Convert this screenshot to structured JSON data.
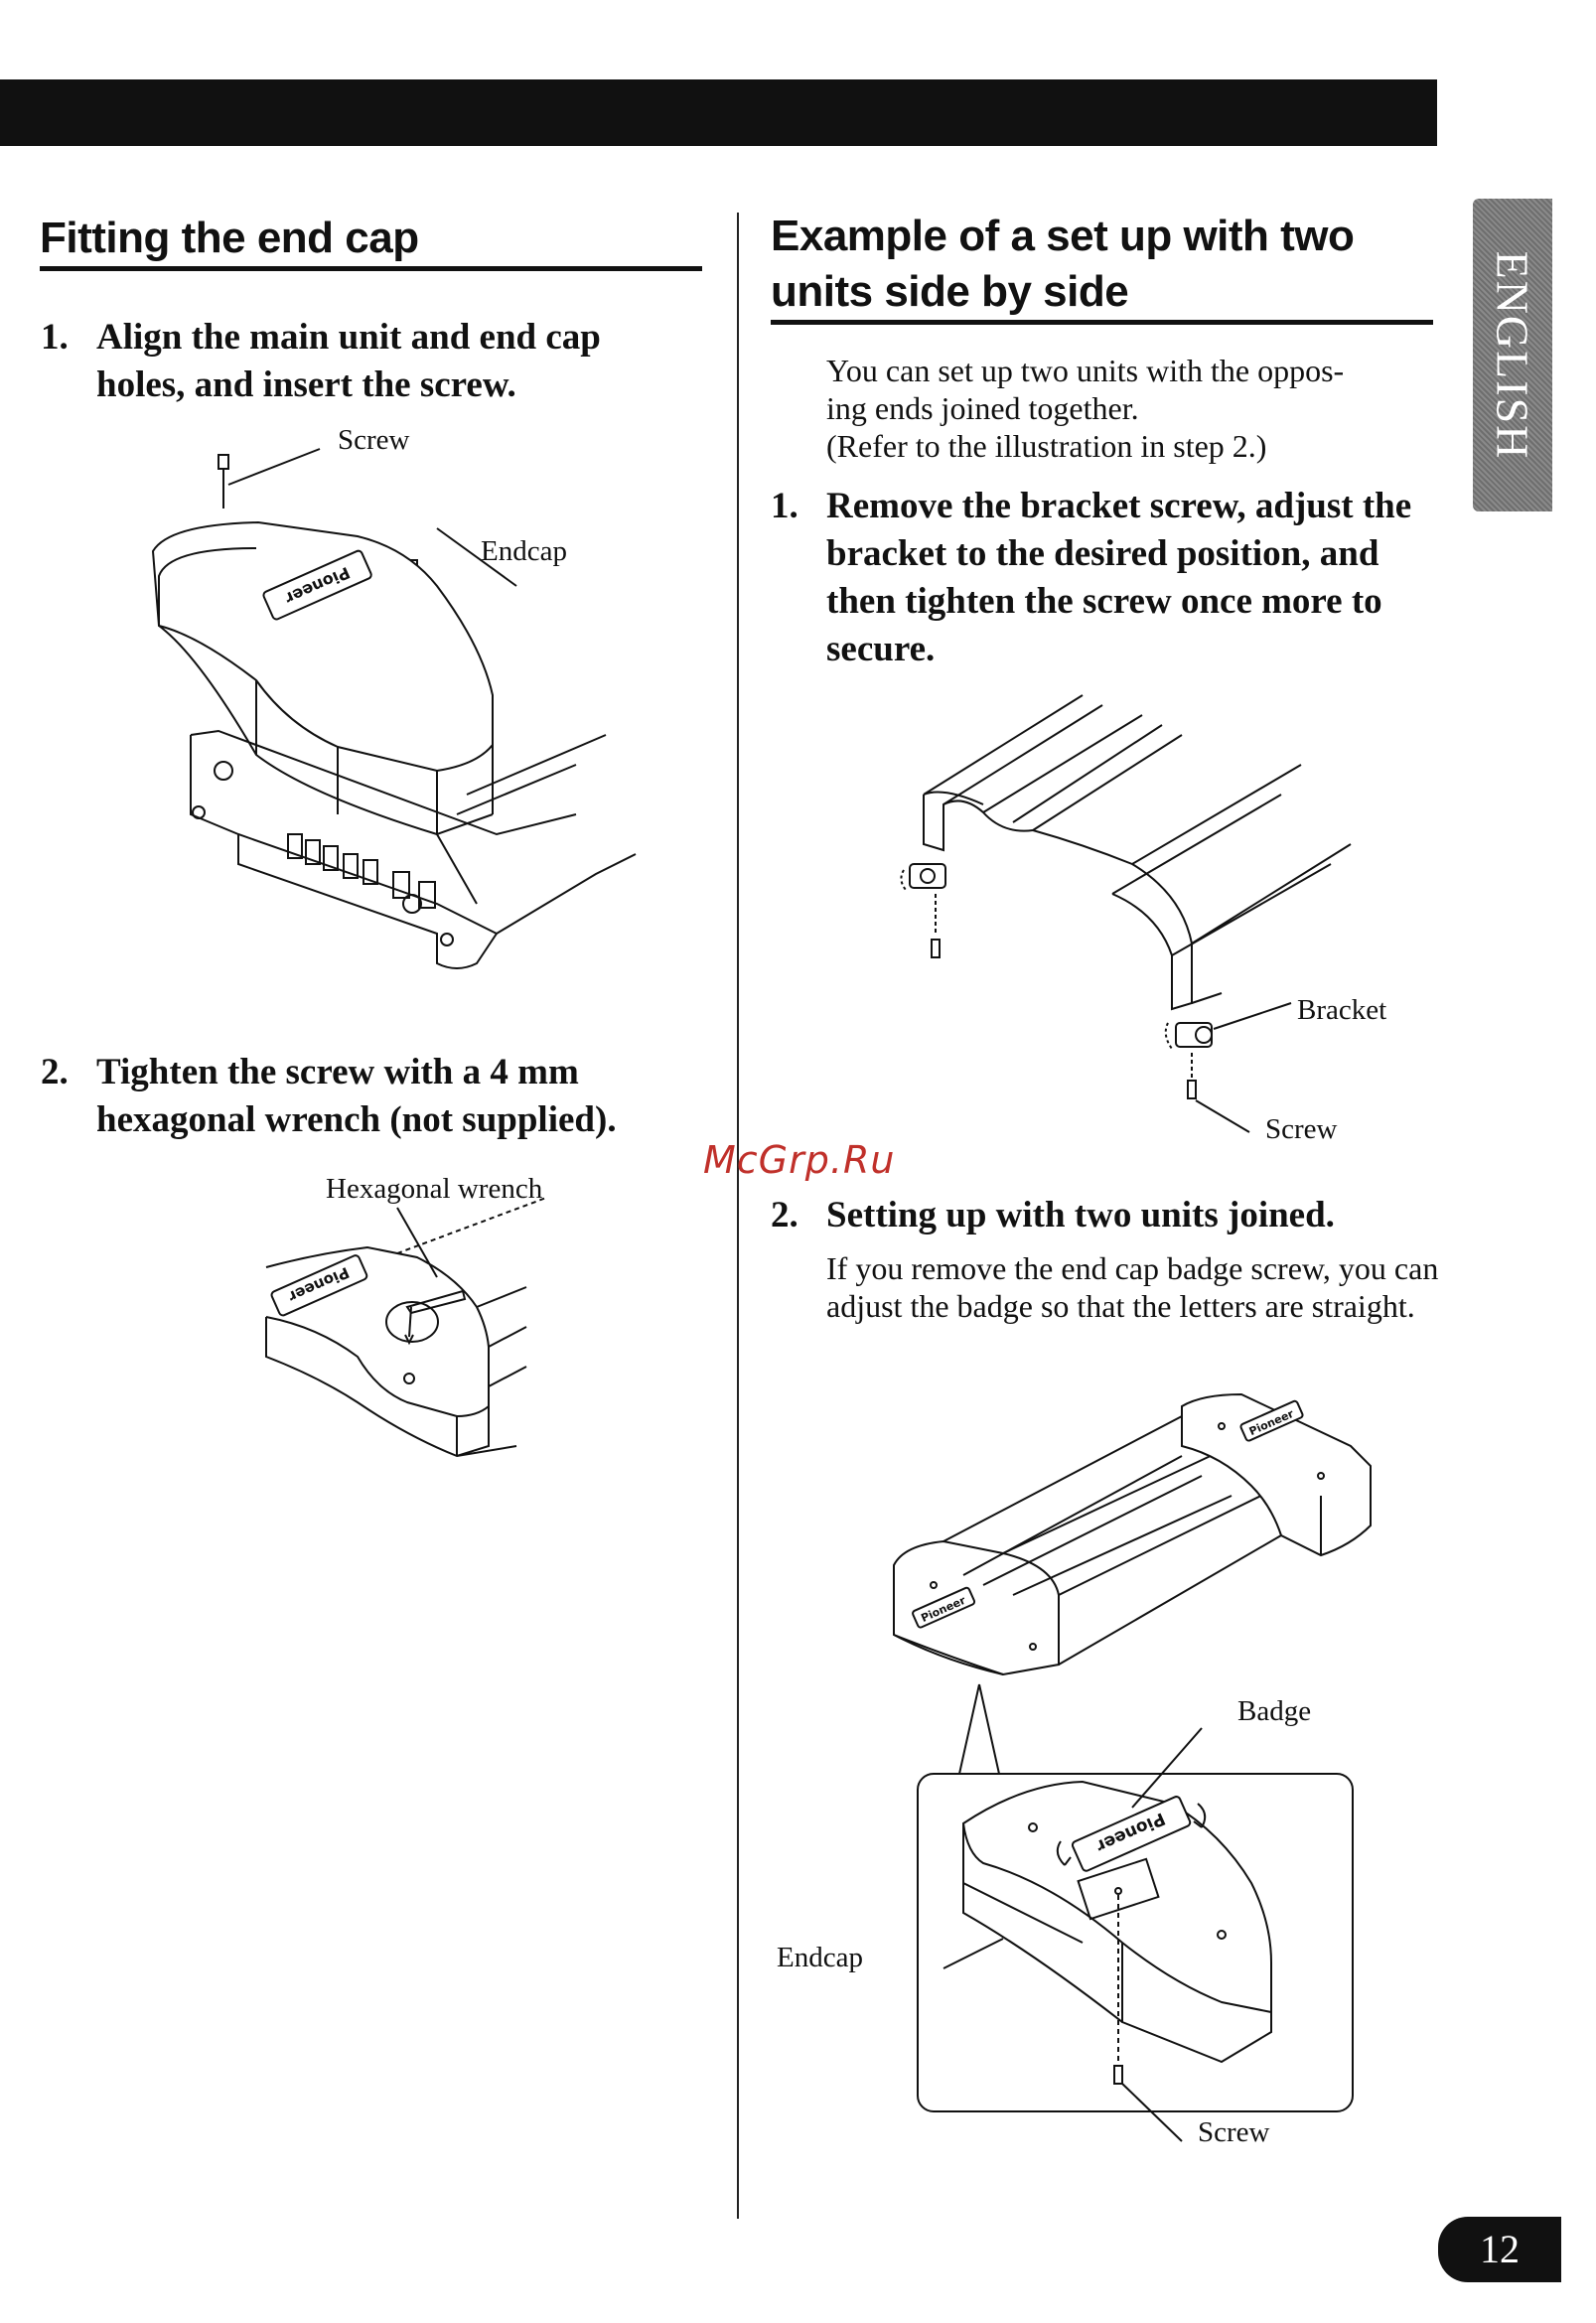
{
  "side_tab": "ENGLISH",
  "page_number": "12",
  "watermark": "McGrp.Ru",
  "left": {
    "heading": "Fitting the end cap",
    "step1": {
      "num": "1.",
      "text": "Align the main unit and end cap holes, and insert the screw."
    },
    "fig1": {
      "screw": "Screw",
      "endcap": "Endcap"
    },
    "step2": {
      "num": "2.",
      "text": "Tighten the screw with a 4 mm hexagonal wrench (not supplied)."
    },
    "fig2": {
      "wrench": "Hexagonal wrench"
    }
  },
  "right": {
    "heading": "Example of a set up with two units side by side",
    "intro": "You can set up two units with the oppos-ing ends joined together. (Refer to the illustration in step 2.)",
    "intro_line1": "You can set up two units with the oppos-",
    "intro_line2": "ing ends joined together.",
    "intro_line3": "(Refer to the illustration in step 2.)",
    "step1": {
      "num": "1.",
      "text": "Remove the bracket screw, adjust the bracket to the desired position, and then tighten the screw once more to secure."
    },
    "fig3": {
      "bracket": "Bracket",
      "screw": "Screw"
    },
    "step2": {
      "num": "2.",
      "text": "Setting up with two units joined."
    },
    "step2_body": "If you remove the end cap badge screw, you can adjust the badge so that the letters are straight.",
    "fig4": {
      "badge": "Badge",
      "endcap": "Endcap",
      "screw": "Screw"
    }
  },
  "logo_text": "Pioneer"
}
